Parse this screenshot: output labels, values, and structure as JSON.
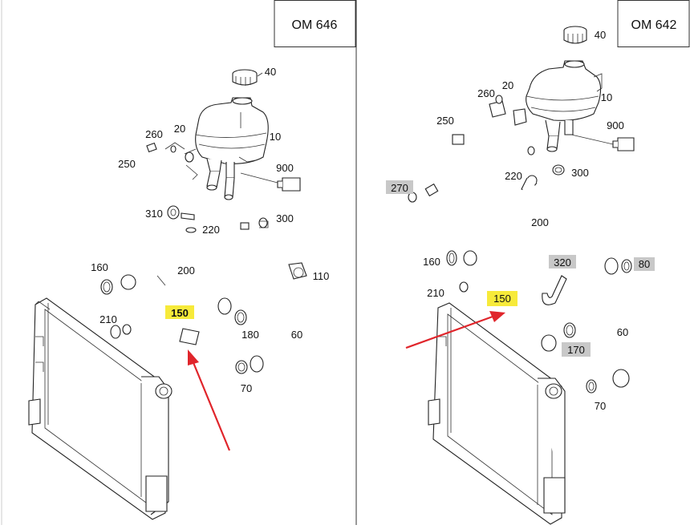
{
  "panels": [
    {
      "engine": "OM 646",
      "highlight_part": "150",
      "parts": [
        "40",
        "260",
        "20",
        "10",
        "250",
        "900",
        "310",
        "220",
        "300",
        "160",
        "200",
        "110",
        "210",
        "150",
        "180",
        "60",
        "70"
      ]
    },
    {
      "engine": "OM 642",
      "highlight_part": "150",
      "parts": [
        "40",
        "260",
        "20",
        "10",
        "250",
        "900",
        "220",
        "300",
        "270",
        "200",
        "320",
        "80",
        "160",
        "210",
        "150",
        "170",
        "60",
        "70"
      ]
    }
  ],
  "grey_tagged_parts": [
    "270",
    "320",
    "80",
    "170"
  ],
  "colors": {
    "highlight": "#f7ea3a",
    "grey_tag": "#c8c8c8",
    "arrow": "#e0252b",
    "line": "#222222"
  }
}
